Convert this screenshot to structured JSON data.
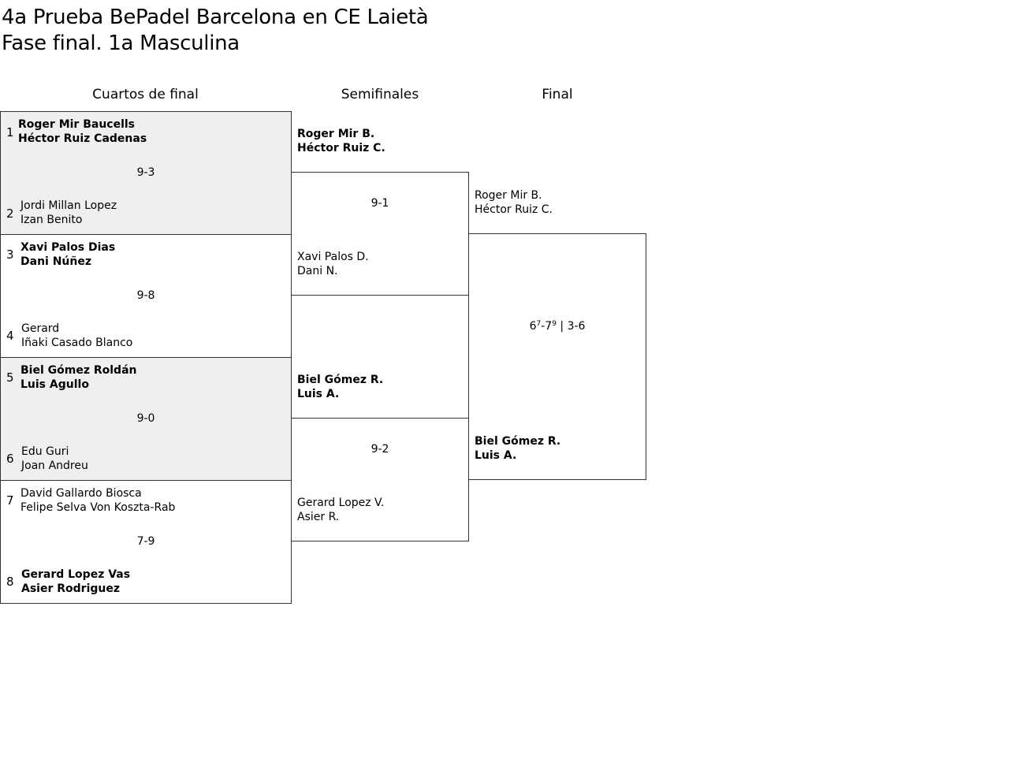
{
  "title": {
    "line1": "4a Prueba BePadel Barcelona en CE Laietà",
    "line2": "Fase final. 1a Masculina"
  },
  "rounds": [
    {
      "label": "Cuartos de final"
    },
    {
      "label": "Semifinales"
    },
    {
      "label": "Final"
    }
  ],
  "quarterfinals": [
    {
      "shaded": true,
      "top": {
        "seed": "1",
        "p1": "Roger Mir Baucells",
        "p2": "Héctor Ruiz Cadenas",
        "winner": true
      },
      "score": "9-3",
      "bottom": {
        "seed": "2",
        "p1": "Jordi Millan Lopez",
        "p2": "Izan Benito",
        "winner": false
      }
    },
    {
      "shaded": false,
      "top": {
        "seed": "3",
        "p1": "Xavi Palos Dias",
        "p2": "Dani Núñez",
        "winner": true
      },
      "score": "9-8",
      "bottom": {
        "seed": "4",
        "p1": "Gerard",
        "p2": "Iñaki Casado Blanco",
        "winner": false
      }
    },
    {
      "shaded": true,
      "top": {
        "seed": "5",
        "p1": "Biel Gómez Roldán",
        "p2": "Luis Agullo",
        "winner": true
      },
      "score": "9-0",
      "bottom": {
        "seed": "6",
        "p1": "Edu Guri",
        "p2": "Joan Andreu",
        "winner": false
      }
    },
    {
      "shaded": false,
      "top": {
        "seed": "7",
        "p1": "David Gallardo Biosca",
        "p2": "Felipe Selva Von Koszta-Rab",
        "winner": false
      },
      "score": "7-9",
      "bottom": {
        "seed": "8",
        "p1": "Gerard Lopez Vas",
        "p2": "Asier Rodriguez",
        "winner": true
      }
    }
  ],
  "semifinals": [
    {
      "top": {
        "p1": "Roger Mir B.",
        "p2": "Héctor Ruiz C.",
        "winner": true
      },
      "score": "9-1",
      "bottom": {
        "p1": "Xavi Palos D.",
        "p2": "Dani N.",
        "winner": false
      }
    },
    {
      "top": {
        "p1": "Biel Gómez R.",
        "p2": "Luis A.",
        "winner": true
      },
      "score": "9-2",
      "bottom": {
        "p1": "Gerard Lopez V.",
        "p2": "Asier R.",
        "winner": false
      }
    }
  ],
  "final": {
    "top": {
      "p1": "Roger Mir B.",
      "p2": "Héctor Ruiz C.",
      "winner": false
    },
    "score": {
      "set1_a": "6",
      "set1_a_tb": "7",
      "set1_sep": "-",
      "set1_b": "7",
      "set1_b_tb": "9",
      "divider": " | ",
      "set2": "3-6"
    },
    "bottom": {
      "p1": "Biel Gómez R.",
      "p2": "Luis A.",
      "winner": true
    }
  }
}
